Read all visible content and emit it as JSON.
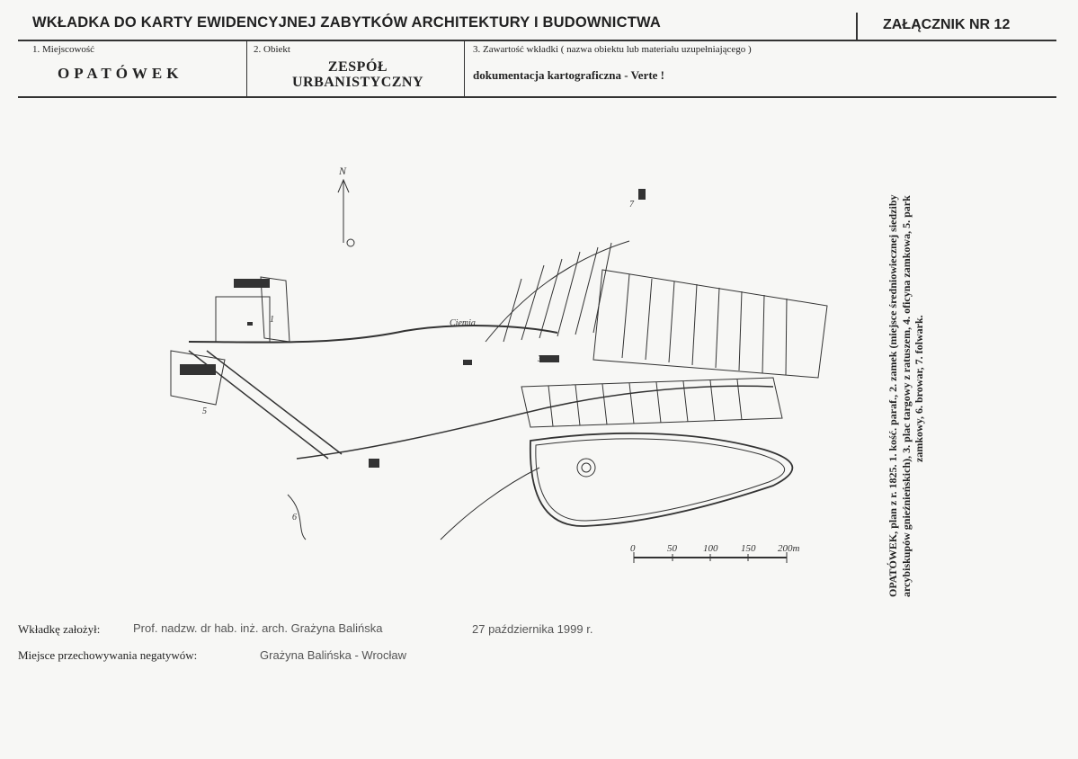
{
  "header": {
    "title": "WKŁADKA DO KARTY EWIDENCYJNEJ ZABYTKÓW ARCHITEKTURY I BUDOWNICTWA",
    "annex": "ZAŁĄCZNIK NR 12"
  },
  "fields": {
    "locality_label": "1. Miejscowość",
    "locality_value": "OPATÓWEK",
    "object_label": "2. Obiekt",
    "object_value_line1": "ZESPÓŁ",
    "object_value_line2": "URBANISTYCZNY",
    "content_label": "3. Zawartość wkładki ( nazwa obiektu lub materiału uzupełniającego )",
    "content_value": "dokumentacja kartograficzna - Verte !"
  },
  "map": {
    "north_label": "N",
    "river_label": "Ciemia",
    "scale_labels": [
      "0",
      "50",
      "100",
      "150",
      "200m"
    ],
    "numbers": [
      "1",
      "3",
      "5",
      "6",
      "7"
    ],
    "caption_line1": "OPATÓWEK, plan z r. 1825. 1. kość. paraf., 2. zamek (miejsce średniowiecznej siedziby",
    "caption_line2": "arcybiskupów gnieźnieńskich), 3. plac targowy z ratuszem, 4. oficyna zamkowa, 5. park",
    "caption_line3": "zamkowy, 6. browar, 7. folwark."
  },
  "footer": {
    "founded_label": "Wkładkę założył:",
    "founded_value": "Prof. nadzw. dr hab. inż. arch. Grażyna Balińska",
    "date": "27 października 1999 r.",
    "storage_label": "Miejsce przechowywania negatywów:",
    "storage_value": "Grażyna Balińska - Wrocław"
  }
}
